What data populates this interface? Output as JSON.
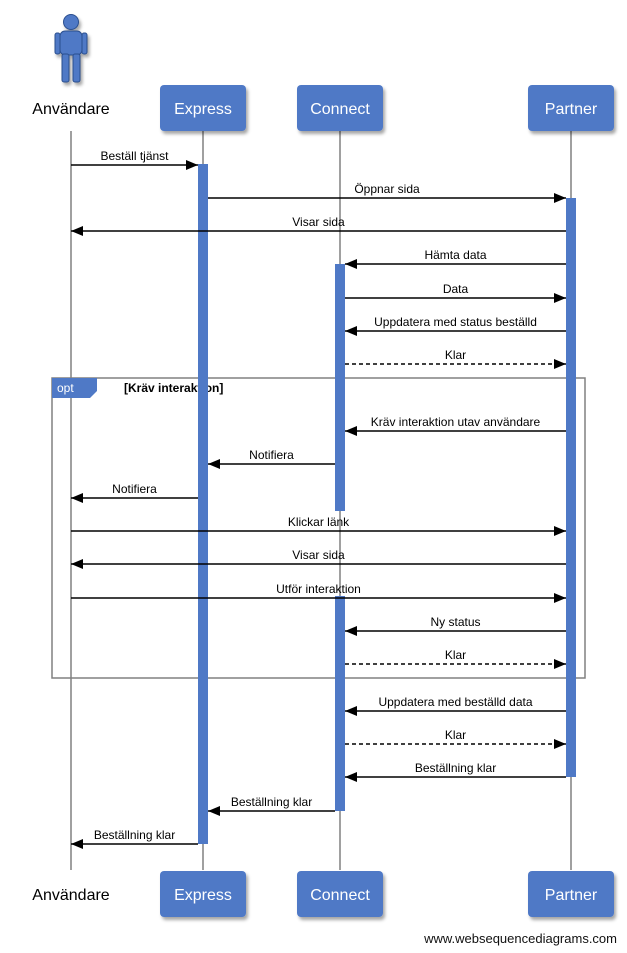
{
  "participants": [
    {
      "id": "user",
      "label": "Användare",
      "kind": "actor"
    },
    {
      "id": "express",
      "label": "Express",
      "kind": "box"
    },
    {
      "id": "connect",
      "label": "Connect",
      "kind": "box"
    },
    {
      "id": "partner",
      "label": "Partner",
      "kind": "box"
    }
  ],
  "colors": {
    "box_fill": "#4f79c6",
    "activation": "#4f79c6",
    "line": "#808080",
    "actor_fill": "#4f79c6",
    "opt_tag": "#4f79c6"
  },
  "messages": [
    {
      "from": "user",
      "to": "express",
      "label": "Beställ tjänst",
      "style": "solid"
    },
    {
      "from": "express",
      "to": "partner",
      "label": "Öppnar sida",
      "style": "solid"
    },
    {
      "from": "partner",
      "to": "user",
      "label": "Visar sida",
      "style": "solid"
    },
    {
      "from": "partner",
      "to": "connect",
      "label": "Hämta data",
      "style": "solid"
    },
    {
      "from": "connect",
      "to": "partner",
      "label": "Data",
      "style": "solid"
    },
    {
      "from": "partner",
      "to": "connect",
      "label": "Uppdatera med status beställd",
      "style": "solid"
    },
    {
      "from": "connect",
      "to": "partner",
      "label": "Klar",
      "style": "dashed"
    },
    {
      "from": "partner",
      "to": "connect",
      "label": "Kräv interaktion utav användare",
      "style": "solid"
    },
    {
      "from": "connect",
      "to": "express",
      "label": "Notifiera",
      "style": "solid"
    },
    {
      "from": "express",
      "to": "user",
      "label": "Notifiera",
      "style": "solid"
    },
    {
      "from": "user",
      "to": "partner",
      "label": "Klickar länk",
      "style": "solid"
    },
    {
      "from": "partner",
      "to": "user",
      "label": "Visar sida",
      "style": "solid"
    },
    {
      "from": "user",
      "to": "partner",
      "label": "Utför interaktion",
      "style": "solid"
    },
    {
      "from": "partner",
      "to": "connect",
      "label": "Ny status",
      "style": "solid"
    },
    {
      "from": "connect",
      "to": "partner",
      "label": "Klar",
      "style": "dashed"
    },
    {
      "from": "partner",
      "to": "connect",
      "label": "Uppdatera med beställd data",
      "style": "solid"
    },
    {
      "from": "connect",
      "to": "partner",
      "label": "Klar",
      "style": "dashed"
    },
    {
      "from": "partner",
      "to": "connect",
      "label": "Beställning klar",
      "style": "solid"
    },
    {
      "from": "connect",
      "to": "express",
      "label": "Beställning klar",
      "style": "solid"
    },
    {
      "from": "express",
      "to": "user",
      "label": "Beställning klar",
      "style": "solid"
    }
  ],
  "opt": {
    "tag": "opt",
    "condition": "[Kräv interaktion]"
  },
  "footer": "www.websequencediagrams.com"
}
